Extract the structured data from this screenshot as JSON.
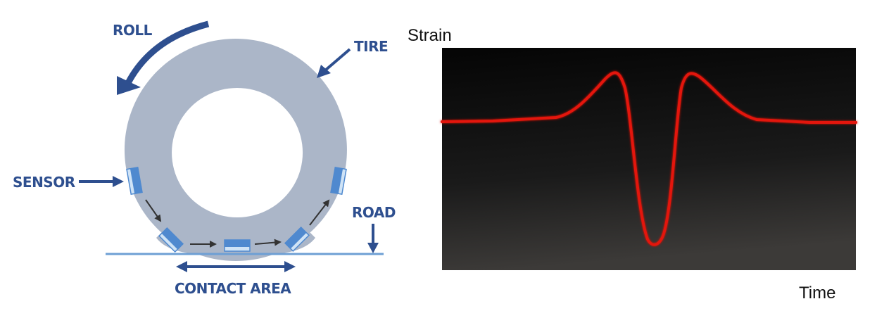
{
  "labels": {
    "roll": "ROLL",
    "tire": "TIRE",
    "sensor": "SENSOR",
    "road": "ROAD",
    "contact_area": "CONTACT AREA"
  },
  "plot": {
    "ylabel": "Strain",
    "xlabel": "Time"
  },
  "colors": {
    "label_blue": "#2e4f8f",
    "tire_gray": "#abb6c8",
    "road_blue": "#6e9fd4",
    "sensor_blue": "#4f89cf",
    "signal_red": "#e3120b",
    "plot_bg_dark": "#0c0c0c"
  }
}
